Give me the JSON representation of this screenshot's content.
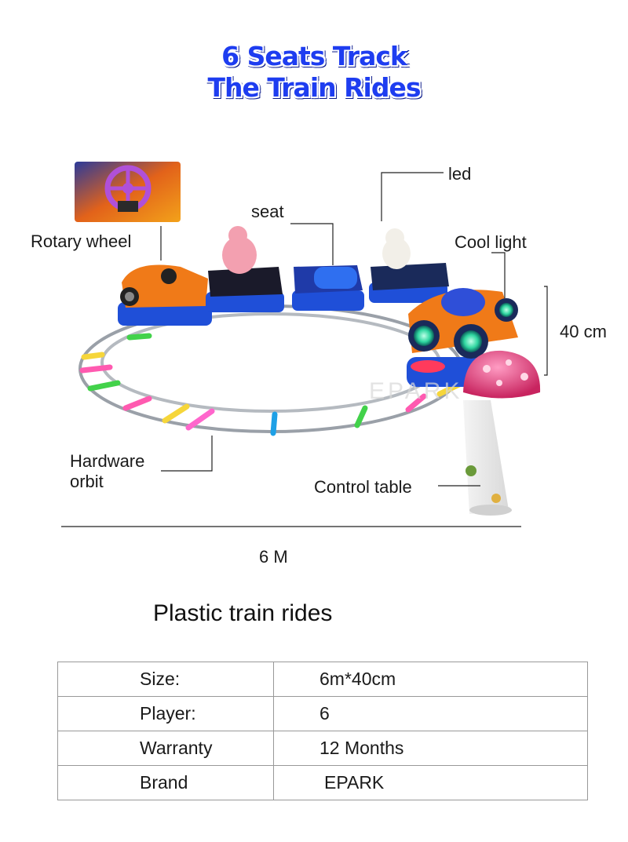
{
  "title": {
    "line1": "6 Seats Track",
    "line2": "The Train Rides"
  },
  "callouts": {
    "rotary_wheel": "Rotary wheel",
    "seat": "seat",
    "led": "led",
    "cool_light": "Cool light",
    "height": "40 cm",
    "hardware_orbit_1": "Hardware",
    "hardware_orbit_2": "orbit",
    "control_table": "Control table",
    "width": "6 M"
  },
  "watermark": "EPARK",
  "subtitle": "Plastic train rides",
  "specs": [
    {
      "key": "Size:",
      "value": "6m*40cm"
    },
    {
      "key": "Player:",
      "value": "6"
    },
    {
      "key": "Warranty",
      "value": "12 Months"
    },
    {
      "key": "Brand",
      "value": "EPARK"
    }
  ],
  "colors": {
    "title_blue": "#1e3df0",
    "title_outline": "#0a1a8a",
    "track_silver": "#9aa0a8",
    "car_orange": "#f07a18",
    "car_blue": "#1f4fd8",
    "mushroom_pink": "#e8508a"
  }
}
